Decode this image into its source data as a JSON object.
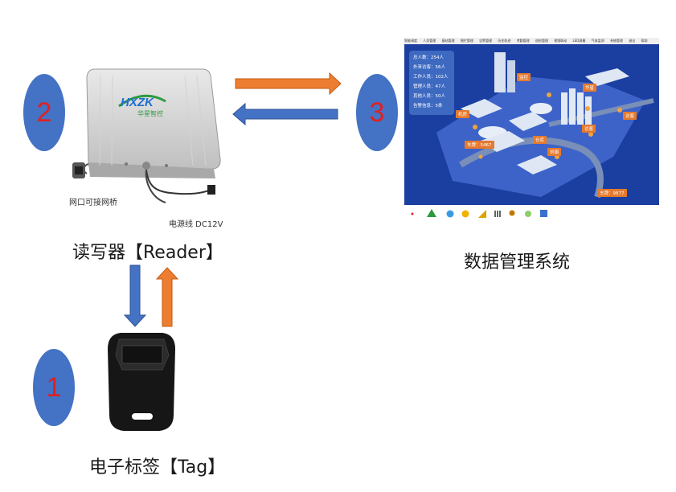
{
  "steps": {
    "tag": "1",
    "reader": "2",
    "system": "3"
  },
  "captions": {
    "reader": "读写器【Reader】",
    "tag": "电子标签【Tag】",
    "system": "数据管理系统"
  },
  "device": {
    "brand": "HXZK",
    "brand_sub": "华星智控",
    "label_network": "网口可接网桥",
    "label_power": "电源线 DC12V"
  },
  "screen": {
    "menu": [
      "智能调度",
      "人员管理",
      "基站管理",
      "围栏管理",
      "告警管理",
      "历史轨迹",
      "考勤管理",
      "巡检管理",
      "视频联动",
      "LED屏幕",
      "气体监测",
      "系统管理",
      "退出",
      "帮助"
    ],
    "stats": [
      "总人数：254人",
      "外来访客：56人",
      "工作人员：102人",
      "管理人员：47人",
      "其他人员：50人",
      "告警信息：5条"
    ],
    "labels": [
      "监控",
      "华星",
      "机房",
      "访客",
      "访客",
      "车牌：5467",
      "仓库",
      "刘娟",
      "车牌：9877"
    ]
  },
  "colors": {
    "circle": "#4472c4",
    "number": "#e02020",
    "arrow_orange": "#ed7d31",
    "arrow_blue": "#4472c4"
  }
}
